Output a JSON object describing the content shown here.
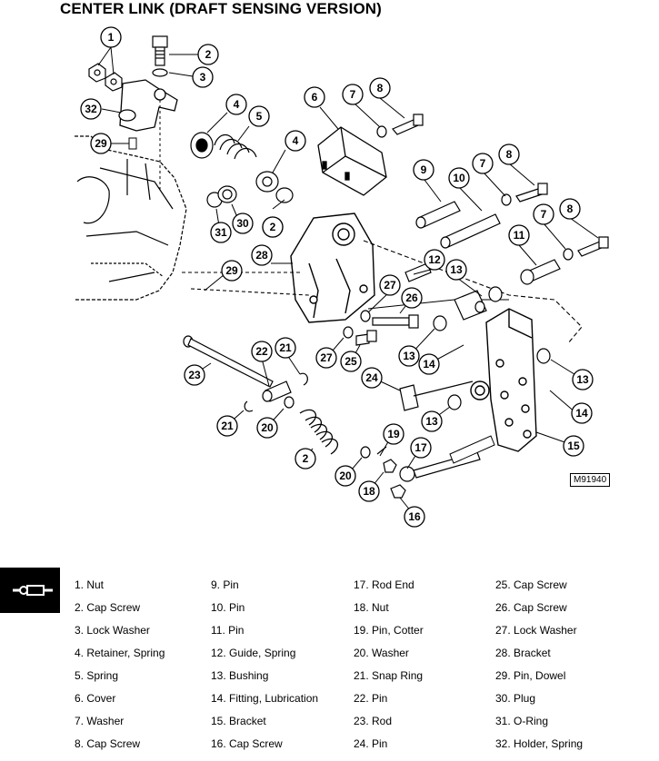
{
  "title": "CENTER LINK (DRAFT SENSING VERSION)",
  "figure_id": "M91940",
  "callouts": [
    "1",
    "2",
    "3",
    "32",
    "29",
    "4",
    "5",
    "4",
    "2",
    "30",
    "31",
    "6",
    "7",
    "8",
    "9",
    "10",
    "7",
    "8",
    "7",
    "8",
    "28",
    "29",
    "2",
    "11",
    "12",
    "13",
    "27",
    "26",
    "13",
    "14",
    "27",
    "25",
    "13",
    "23",
    "22",
    "21",
    "24",
    "13",
    "14",
    "21",
    "20",
    "2",
    "15",
    "19",
    "17",
    "20",
    "18",
    "16"
  ],
  "legend": [
    [
      "1. Nut",
      "2. Cap Screw",
      "3. Lock Washer",
      "4. Retainer, Spring",
      "5. Spring",
      "6. Cover",
      "7. Washer",
      "8. Cap Screw"
    ],
    [
      "9. Pin",
      "10. Pin",
      "11. Pin",
      "12. Guide, Spring",
      "13. Bushing",
      "14. Fitting, Lubrication",
      "15. Bracket",
      "16. Cap Screw"
    ],
    [
      "17. Rod End",
      "18. Nut",
      "19. Pin, Cotter",
      "20. Washer",
      "21. Snap Ring",
      "22. Pin",
      "23. Rod",
      "24. Pin"
    ],
    [
      "25. Cap Screw",
      "26. Cap Screw",
      "27. Lock Washer",
      "28. Bracket",
      "29. Pin, Dowel",
      "30. Plug",
      "31. O-Ring",
      "32. Holder, Spring"
    ]
  ],
  "side_tab_icon": "rod-icon"
}
